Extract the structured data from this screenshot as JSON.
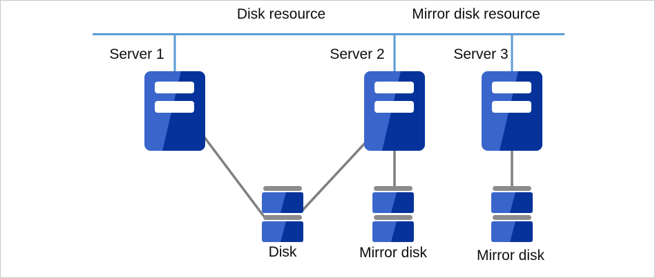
{
  "diagram": {
    "title_labels": {
      "disk_resource": "Disk resource",
      "mirror_disk_resource": "Mirror disk resource"
    },
    "servers": [
      {
        "label": "Server 1"
      },
      {
        "label": "Server 2"
      },
      {
        "label": "Server 3"
      }
    ],
    "disks": [
      {
        "label": "Disk"
      },
      {
        "label": "Mirror disk"
      },
      {
        "label": "Mirror disk"
      }
    ]
  },
  "colors": {
    "bus_blue": "#5b9bd5",
    "line_gray": "#7f7f7f",
    "disk_gray": "#8c8c8c",
    "icon_light": "#3a66cb",
    "icon_dark": "#05339b",
    "border_gray": "#c6c6c6",
    "text_color": "#0d0d0d"
  }
}
